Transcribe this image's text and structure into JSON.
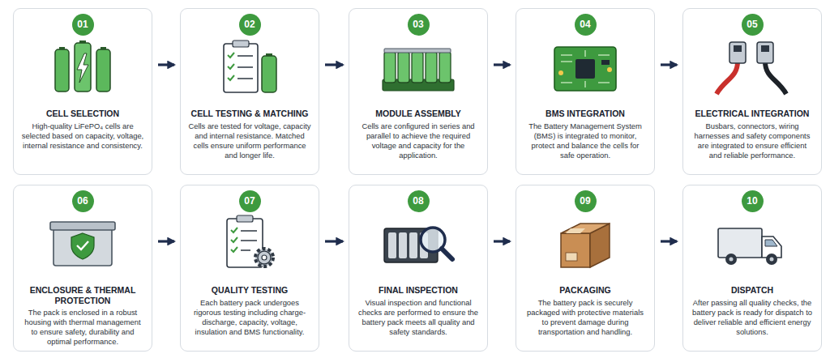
{
  "diagram": {
    "nodes": [
      {
        "text": [
          "01",
          "CELL SELECTION",
          "High-quality LiFePO₄ cells are selected based on capacity, voltage, internal resistance and consistency."
        ]
      },
      {
        "text": [
          "02",
          "CELL TESTING & MATCHING",
          "Cells are tested for voltage, capacity and internal resistance. Matched cells ensure uniform performance and longer life."
        ]
      },
      {
        "text": [
          "03",
          "MODULE ASSEMBLY",
          "Cells are configured in series and parallel to achieve the required voltage and capacity for the application."
        ]
      },
      {
        "text": [
          "04",
          "BMS INTEGRATION",
          "The Battery Management System (BMS) is integrated to monitor, protect and balance the cells for safe operation."
        ]
      },
      {
        "text": [
          "05",
          "ELECTRICAL INTEGRATION",
          "Busbars, connectors, wiring harnesses and safety components are integrated to ensure efficient and reliable performance."
        ]
      },
      {
        "text": [
          "06",
          "ENCLOSURE & THERMAL PROTECTION",
          "The pack is enclosed in a robust housing with thermal management to ensure safety, durability and optimal performance."
        ]
      },
      {
        "text": [
          "07",
          "QUALITY TESTING",
          "Each battery pack undergoes rigorous testing including charge-discharge, capacity, voltage, insulation and BMS functionality."
        ]
      },
      {
        "text": [
          "08",
          "FINAL INSPECTION",
          "Visual inspection and functional checks are performed to ensure the battery pack meets all quality and safety standards."
        ]
      },
      {
        "text": [
          "09",
          "PACKAGING",
          "The battery pack is securely packaged with protective materials to prevent damage during transportation and handling."
        ]
      },
      {
        "text": [
          "10",
          "DISPATCH",
          "After passing all quality checks, the battery pack is ready for dispatch to deliver reliable and efficient energy solutions."
        ]
      }
    ],
    "edges": [
      {
        "from": 0,
        "to": 1,
        "arrow": "to"
      },
      {
        "from": 1,
        "to": 2,
        "arrow": "to"
      },
      {
        "from": 2,
        "to": 3,
        "arrow": "to"
      },
      {
        "from": 3,
        "to": 4,
        "arrow": "to"
      },
      {
        "from": 5,
        "to": 6,
        "arrow": "to"
      },
      {
        "from": 6,
        "to": 7,
        "arrow": "to"
      },
      {
        "from": 7,
        "to": 8,
        "arrow": "to"
      },
      {
        "from": 8,
        "to": 9,
        "arrow": "to"
      }
    ]
  }
}
